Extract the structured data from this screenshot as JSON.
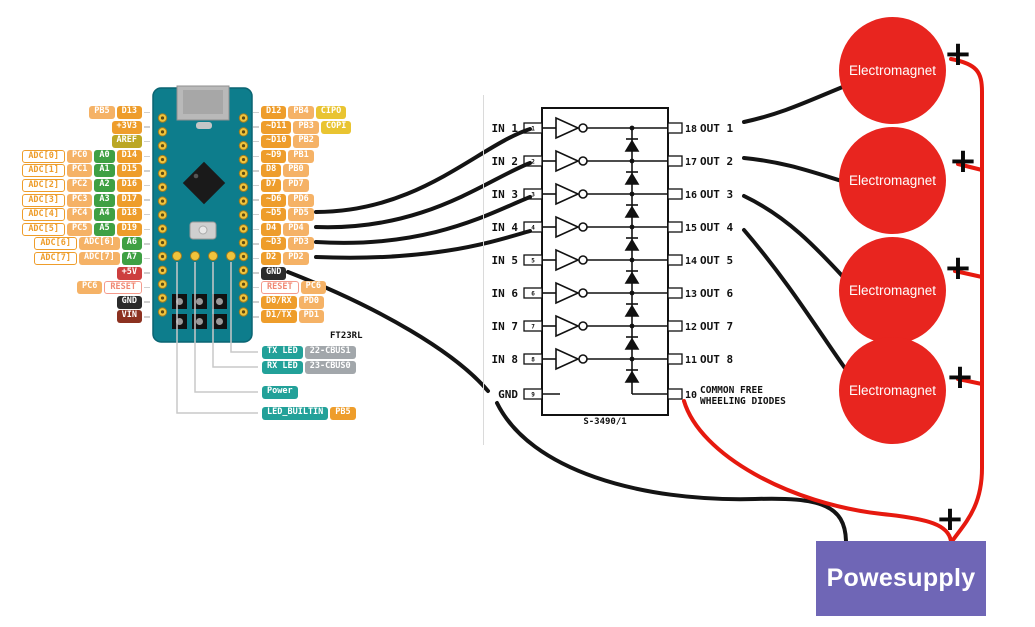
{
  "arduino": {
    "ft_chip_label": "FT23RL",
    "left_rows": [
      [
        [
          "PB5",
          "port"
        ],
        [
          "D13",
          "digital"
        ]
      ],
      [
        [
          "+3V3",
          "digital"
        ]
      ],
      [
        [
          "AREF",
          "aref"
        ]
      ],
      [
        [
          "ADC[0]",
          "adc"
        ],
        [
          "PC0",
          "port"
        ],
        [
          "A0",
          "analog"
        ],
        [
          "D14",
          "digital"
        ]
      ],
      [
        [
          "ADC[1]",
          "adc"
        ],
        [
          "PC1",
          "port"
        ],
        [
          "A1",
          "analog"
        ],
        [
          "D15",
          "digital"
        ]
      ],
      [
        [
          "ADC[2]",
          "adc"
        ],
        [
          "PC2",
          "port"
        ],
        [
          "A2",
          "analog"
        ],
        [
          "D16",
          "digital"
        ]
      ],
      [
        [
          "ADC[3]",
          "adc"
        ],
        [
          "PC3",
          "port"
        ],
        [
          "A3",
          "analog"
        ],
        [
          "D17",
          "digital"
        ]
      ],
      [
        [
          "ADC[4]",
          "adc"
        ],
        [
          "PC4",
          "port"
        ],
        [
          "A4",
          "analog"
        ],
        [
          "D18",
          "digital"
        ]
      ],
      [
        [
          "ADC[5]",
          "adc"
        ],
        [
          "PC5",
          "port"
        ],
        [
          "A5",
          "analog"
        ],
        [
          "D19",
          "digital"
        ]
      ],
      [
        [
          "ADC[6]",
          "adc"
        ],
        [
          "ADC[6]",
          "port"
        ],
        [
          "A6",
          "analog"
        ]
      ],
      [
        [
          "ADC[7]",
          "adc"
        ],
        [
          "ADC[7]",
          "port"
        ],
        [
          "A7",
          "analog"
        ]
      ],
      [
        [
          "+5V",
          "power"
        ]
      ],
      [
        [
          "PC6",
          "port"
        ],
        [
          "RESET",
          "reset"
        ]
      ],
      [
        [
          "GND",
          "gnd"
        ]
      ],
      [
        [
          "VIN",
          "vin"
        ]
      ]
    ],
    "right_rows": [
      [
        [
          "D12",
          "digital"
        ],
        [
          "PB4",
          "port"
        ],
        [
          "CIPO",
          "spi"
        ]
      ],
      [
        [
          "~D11",
          "digital"
        ],
        [
          "PB3",
          "port"
        ],
        [
          "COPI",
          "spi"
        ]
      ],
      [
        [
          "~D10",
          "digital"
        ],
        [
          "PB2",
          "port"
        ]
      ],
      [
        [
          "~D9",
          "digital"
        ],
        [
          "PB1",
          "port"
        ]
      ],
      [
        [
          "D8",
          "digital"
        ],
        [
          "PB0",
          "port"
        ]
      ],
      [
        [
          "D7",
          "digital"
        ],
        [
          "PD7",
          "port"
        ]
      ],
      [
        [
          "~D6",
          "digital"
        ],
        [
          "PD6",
          "port"
        ]
      ],
      [
        [
          "~D5",
          "digital"
        ],
        [
          "PD5",
          "port"
        ]
      ],
      [
        [
          "D4",
          "digital"
        ],
        [
          "PD4",
          "port"
        ]
      ],
      [
        [
          "~D3",
          "digital"
        ],
        [
          "PD3",
          "port"
        ]
      ],
      [
        [
          "D2",
          "digital"
        ],
        [
          "PD2",
          "port"
        ]
      ],
      [
        [
          "GND",
          "gnd"
        ]
      ],
      [
        [
          "RESET",
          "reset"
        ],
        [
          "PC6",
          "port"
        ]
      ],
      [
        [
          "D0/RX",
          "digital"
        ],
        [
          "PD0",
          "port"
        ]
      ],
      [
        [
          "D1/TX",
          "digital"
        ],
        [
          "PD1",
          "port"
        ]
      ]
    ],
    "bottom_rows": [
      [
        [
          "TX LED",
          "teal"
        ],
        [
          "22-CBUS1",
          "gray"
        ]
      ],
      [
        [
          "RX LED",
          "teal"
        ],
        [
          "23-CBUS0",
          "gray"
        ]
      ],
      [
        [
          "Power",
          "teal"
        ]
      ],
      [
        [
          "LED_BUILTIN",
          "teal"
        ],
        [
          "PB5",
          "digital"
        ]
      ]
    ]
  },
  "driver_ic": {
    "part_number": "S-3490/1",
    "left_pins": [
      {
        "num": "1",
        "label": "IN 1"
      },
      {
        "num": "2",
        "label": "IN 2"
      },
      {
        "num": "3",
        "label": "IN 3"
      },
      {
        "num": "4",
        "label": "IN 4"
      },
      {
        "num": "5",
        "label": "IN 5"
      },
      {
        "num": "6",
        "label": "IN 6"
      },
      {
        "num": "7",
        "label": "IN 7"
      },
      {
        "num": "8",
        "label": "IN 8"
      },
      {
        "num": "9",
        "label": "GND"
      }
    ],
    "right_pins": [
      {
        "num": "18",
        "label": "OUT 1"
      },
      {
        "num": "17",
        "label": "OUT 2"
      },
      {
        "num": "16",
        "label": "OUT 3"
      },
      {
        "num": "15",
        "label": "OUT 4"
      },
      {
        "num": "14",
        "label": "OUT 5"
      },
      {
        "num": "13",
        "label": "OUT 6"
      },
      {
        "num": "12",
        "label": "OUT 7"
      },
      {
        "num": "11",
        "label": "OUT 8"
      },
      {
        "num": "10",
        "label": "COMMON FREE\nWHEELING DIODES"
      }
    ]
  },
  "electromagnets": {
    "count": 4,
    "label": "Electromagnet",
    "plus_sign": "+"
  },
  "power_supply": {
    "label": "Powesupply",
    "plus_sign": "+"
  },
  "colors": {
    "electromagnet_red": "#e8251f",
    "power_supply_purple": "#6f66b6",
    "board_teal": "#0d7d8c",
    "wire_black": "#141414",
    "wire_red": "#e6190f"
  }
}
